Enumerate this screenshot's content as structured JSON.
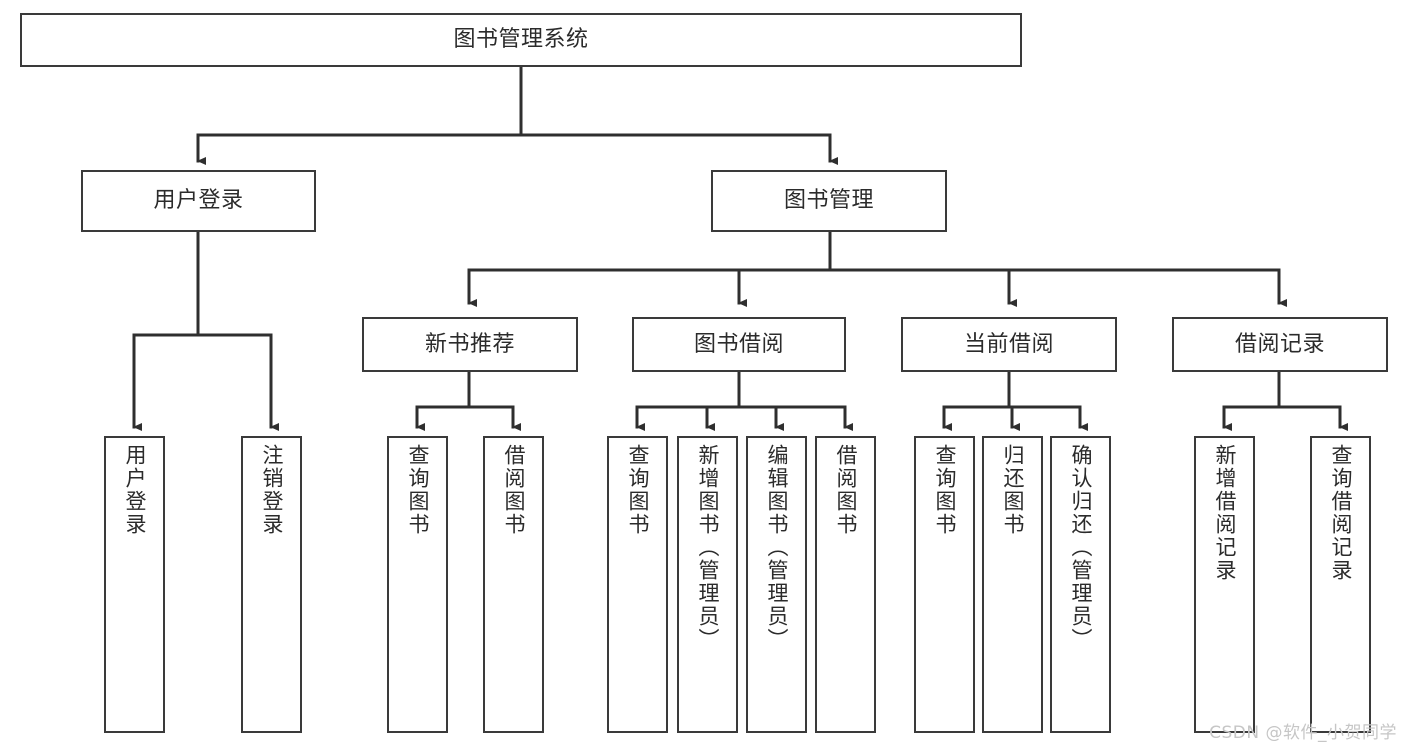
{
  "diagram": {
    "title": "图书管理系统",
    "type": "tree-hierarchy",
    "colors": {
      "box_border": "#3a3a3a",
      "box_fill": "#ffffff",
      "connector": "#2f2f2f",
      "text": "#2b2b2b",
      "watermark": "#c6c6c6",
      "background": "#ffffff"
    },
    "root": {
      "label": "图书管理系统"
    },
    "level1": [
      {
        "label": "用户登录"
      },
      {
        "label": "图书管理"
      }
    ],
    "level2": [
      {
        "label": "新书推荐"
      },
      {
        "label": "图书借阅"
      },
      {
        "label": "当前借阅"
      },
      {
        "label": "借阅记录"
      }
    ],
    "leaves": {
      "user_login": [
        {
          "label": "用户登录"
        },
        {
          "label": "注销登录"
        }
      ],
      "new_book_recommend": [
        {
          "label": "查询图书"
        },
        {
          "label": "借阅图书"
        }
      ],
      "book_borrow": [
        {
          "label": "查询图书"
        },
        {
          "label": "新增图书（管理员）"
        },
        {
          "label": "编辑图书（管理员）"
        },
        {
          "label": "借阅图书"
        }
      ],
      "current_borrow": [
        {
          "label": "查询图书"
        },
        {
          "label": "归还图书"
        },
        {
          "label": "确认归还（管理员）"
        }
      ],
      "borrow_record": [
        {
          "label": "新增借阅记录"
        },
        {
          "label": "查询借阅记录"
        }
      ]
    },
    "watermark": "CSDN @软件_小贺同学"
  }
}
